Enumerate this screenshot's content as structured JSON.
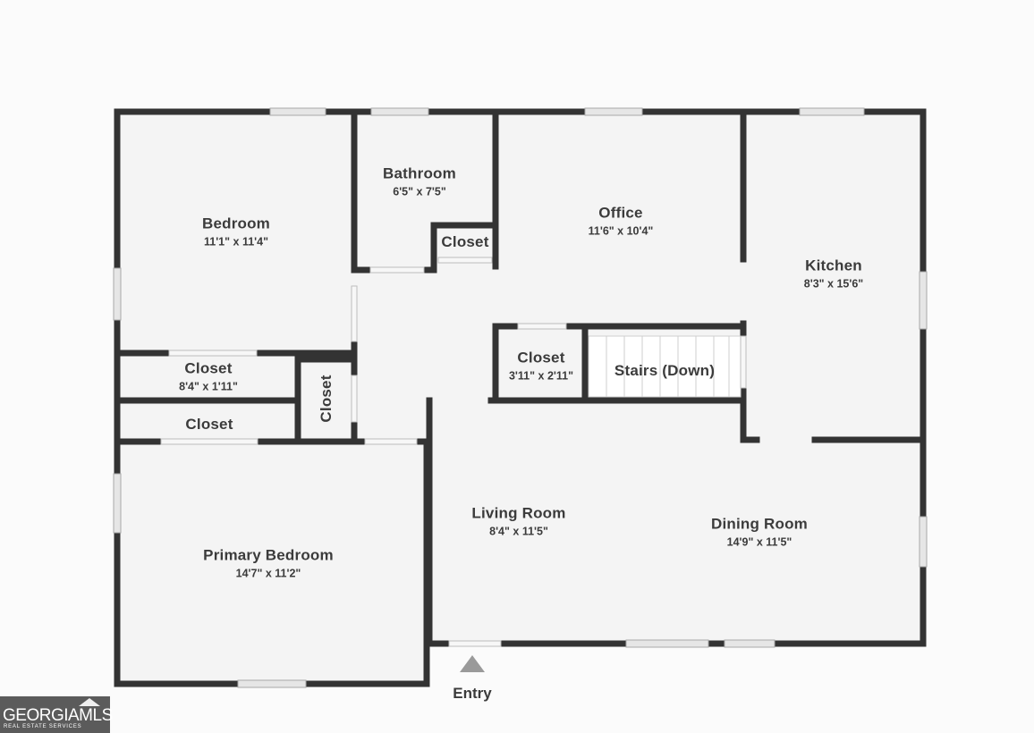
{
  "rooms": {
    "bedroom": {
      "name": "Bedroom",
      "dim": "11'1\" x 11'4\""
    },
    "bathroom": {
      "name": "Bathroom",
      "dim": "6'5\" x 7'5\""
    },
    "bath_closet": {
      "name": "Closet"
    },
    "office": {
      "name": "Office",
      "dim": "11'6\" x 10'4\""
    },
    "kitchen": {
      "name": "Kitchen",
      "dim": "8'3\" x 15'6\""
    },
    "closet_a": {
      "name": "Closet",
      "dim": "8'4\" x 1'11\""
    },
    "closet_b": {
      "name": "Closet"
    },
    "closet_vertical": {
      "name": "Closet"
    },
    "closet_stairs": {
      "name": "Closet",
      "dim": "3'11\" x 2'11\""
    },
    "stairs": {
      "name": "Stairs (Down)"
    },
    "living_room": {
      "name": "Living Room",
      "dim": "8'4\" x 11'5\""
    },
    "dining_room": {
      "name": "Dining Room",
      "dim": "14'9\" x 11'5\""
    },
    "primary_bedroom": {
      "name": "Primary Bedroom",
      "dim": "14'7\" x 11'2\""
    }
  },
  "entry": {
    "label": "Entry"
  },
  "logo": {
    "main": "GEORGIAMLS",
    "sub": "REAL ESTATE SERVICES"
  },
  "colors": {
    "wall": "#333333",
    "floor": "#f4f4f4",
    "window": "#e4e4e4",
    "text": "#3b3b3b"
  }
}
